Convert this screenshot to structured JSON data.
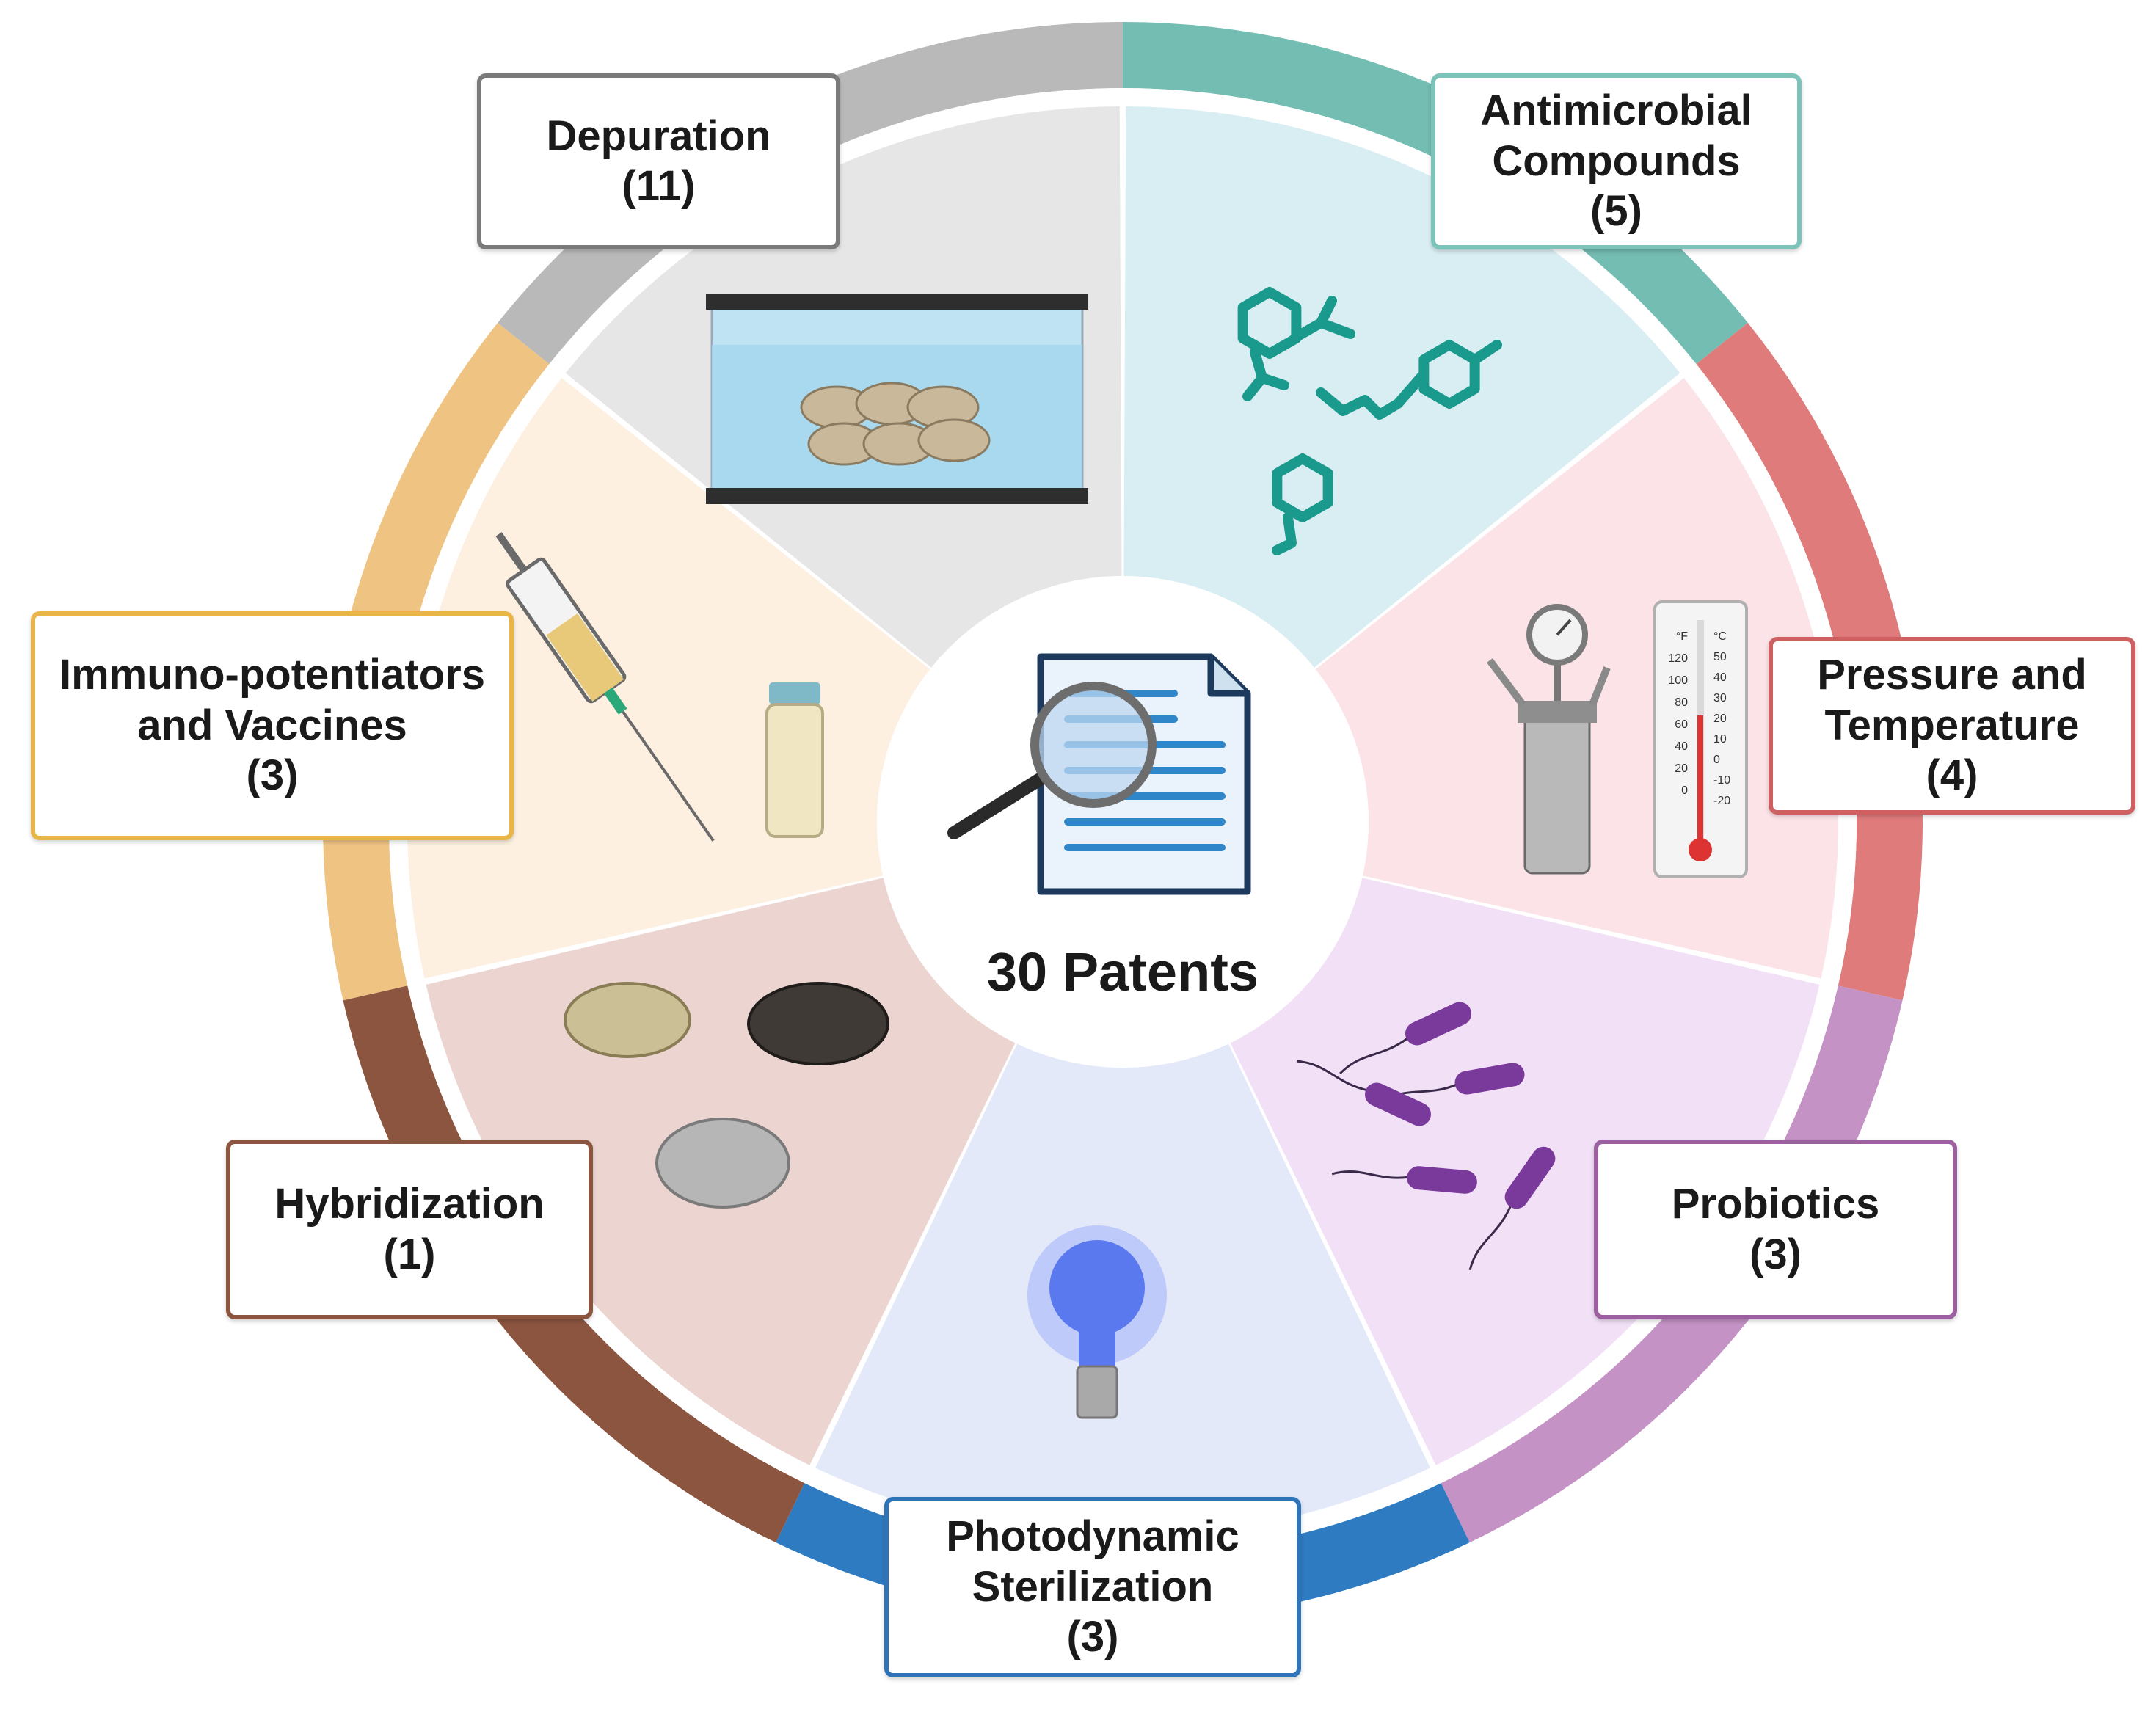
{
  "center": {
    "label": "30 Patents",
    "icon": "document-magnifier-icon"
  },
  "categories": [
    {
      "id": "depuration",
      "lines": [
        "Depuration",
        "(11)"
      ],
      "count": 11,
      "color": "#b9b9b9",
      "fill": "#e6e6e6",
      "border": "#7a7a7a",
      "icon": "aquarium-oysters-icon"
    },
    {
      "id": "antimicrobial",
      "lines": [
        "Antimicrobial",
        "Compounds",
        "(5)"
      ],
      "count": 5,
      "color": "#74bdb3",
      "fill": "#d9eef3",
      "border": "#7cc4ba",
      "icon": "molecule-structures-icon"
    },
    {
      "id": "pressure",
      "lines": [
        "Pressure and",
        "Temperature",
        "(4)"
      ],
      "count": 4,
      "color": "#e07b7c",
      "fill": "#fbe3e7",
      "border": "#cf5f61",
      "icon": "pressure-vessel-thermometer-icon"
    },
    {
      "id": "probiotics",
      "lines": [
        "Probiotics",
        "(3)"
      ],
      "count": 3,
      "color": "#c492c4",
      "fill": "#f2e0f7",
      "border": "#9c5fa0",
      "icon": "bacteria-icon"
    },
    {
      "id": "photodynamic",
      "lines": [
        "Photodynamic",
        "Sterilization",
        "(3)"
      ],
      "count": 3,
      "color": "#2f7bc2",
      "fill": "#e3e9f9",
      "border": "#2f73b8",
      "icon": "light-bulb-icon"
    },
    {
      "id": "hybridization",
      "lines": [
        "Hybridization",
        "(1)"
      ],
      "count": 1,
      "color": "#8c5540",
      "fill": "#ecd5d1",
      "border": "#8c5540",
      "icon": "oysters-icon"
    },
    {
      "id": "immuno",
      "lines": [
        "Immuno-potentiators",
        "and Vaccines",
        "(3)"
      ],
      "count": 3,
      "color": "#efc483",
      "fill": "#fdf0e0",
      "border": "#eab547",
      "icon": "syringe-vial-icon"
    }
  ],
  "thermometer": {
    "f_scale": [
      "°F",
      "120",
      "100",
      "80",
      "60",
      "40",
      "20",
      "0"
    ],
    "c_scale": [
      "°C",
      "50",
      "40",
      "30",
      "20",
      "10",
      "0",
      "-10",
      "-20"
    ]
  }
}
